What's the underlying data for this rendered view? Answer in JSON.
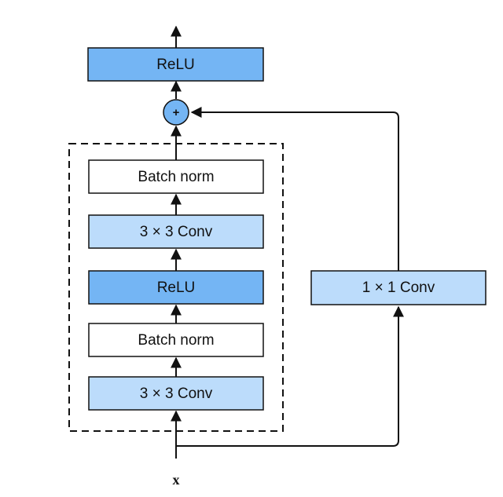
{
  "diagram": {
    "blocks": {
      "relu_out": "ReLU",
      "bn_top": "Batch norm",
      "conv_top": "3 × 3 Conv",
      "relu_mid": "ReLU",
      "bn_bottom": "Batch norm",
      "conv_bottom": "3 × 3 Conv",
      "conv_shortcut": "1 × 1 Conv"
    },
    "add_symbol": "+",
    "input_label": "x"
  },
  "colors": {
    "dark_blue": "#74b5f4",
    "light_blue": "#bcdcfb",
    "white": "#ffffff",
    "stroke": "#111111"
  }
}
